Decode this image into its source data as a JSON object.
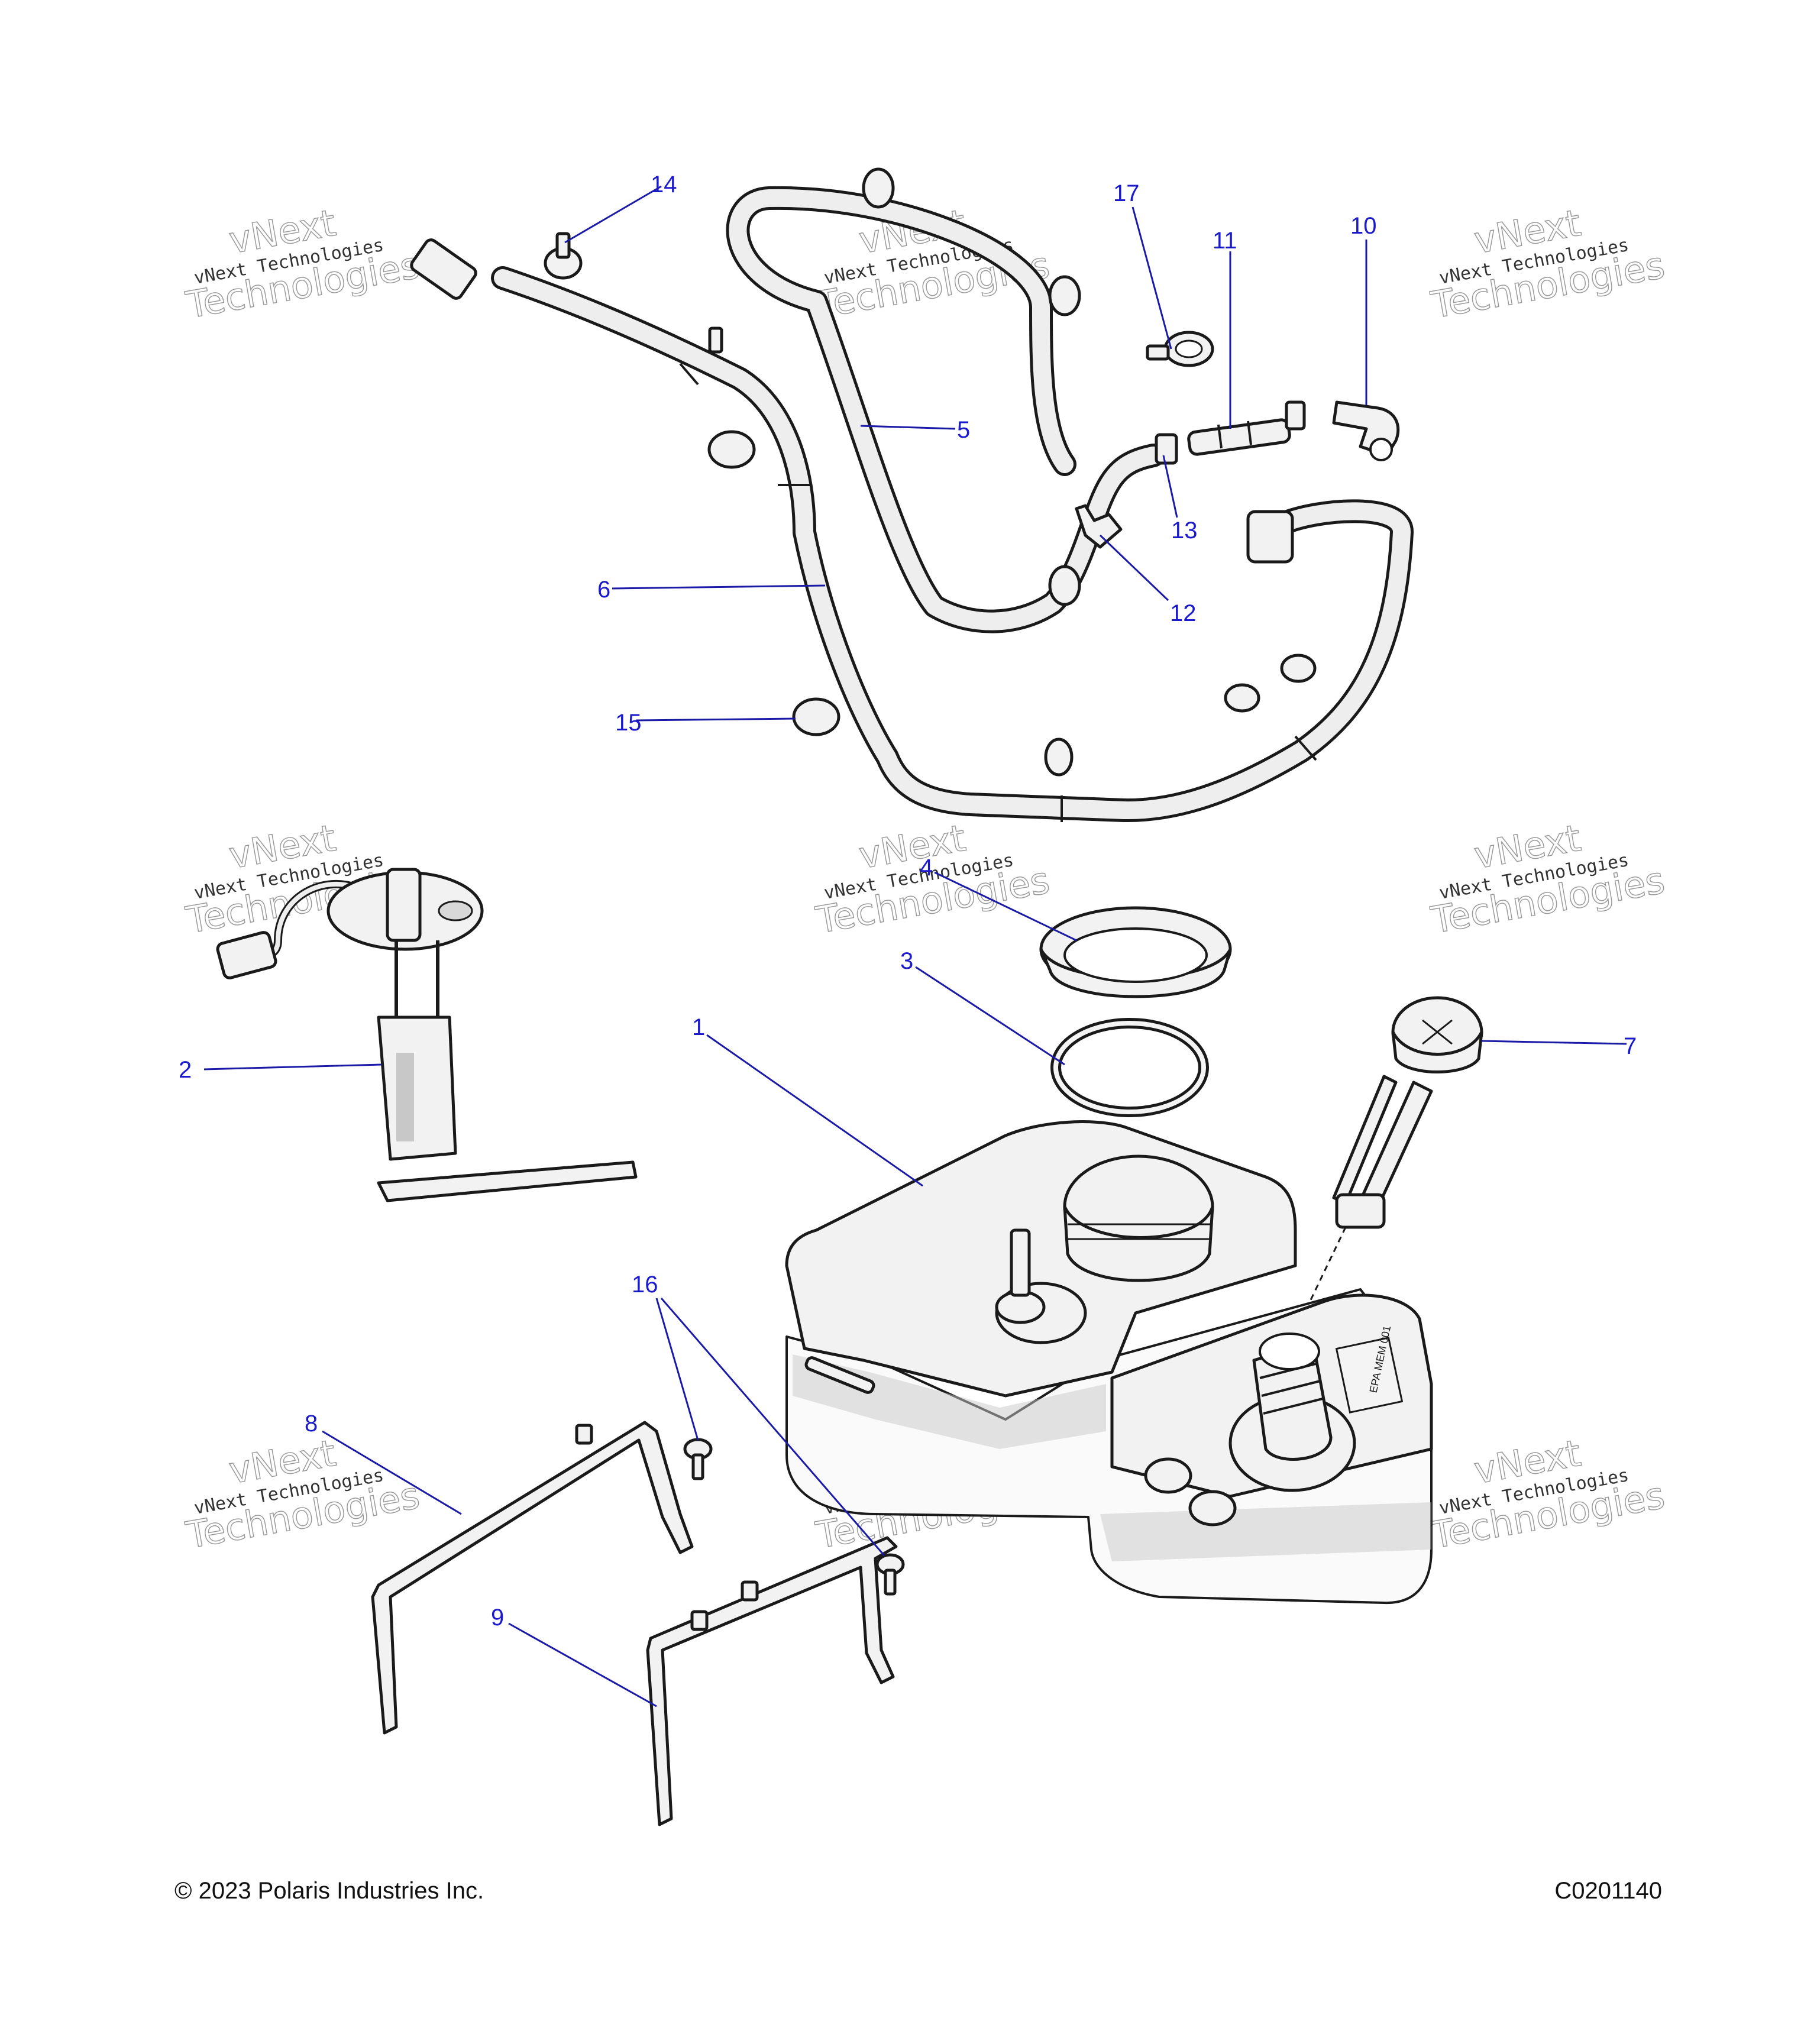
{
  "callouts": {
    "c1": "1",
    "c2": "2",
    "c3": "3",
    "c4": "4",
    "c5": "5",
    "c6": "6",
    "c7": "7",
    "c8": "8",
    "c9": "9",
    "c10": "10",
    "c11": "11",
    "c12": "12",
    "c13": "13",
    "c14": "14",
    "c15": "15",
    "c16": "16",
    "c17": "17"
  },
  "watermark": {
    "line1": "vNext Technologies",
    "line2": "vNext",
    "line3": "Technologies"
  },
  "tank_label": "EPA MEM 001",
  "footer": {
    "copyright": "© 2023 Polaris Industries Inc.",
    "drawing_id": "C0201140"
  },
  "colors": {
    "callout": "#1a1acc",
    "line_art": "#1a1a1a"
  }
}
